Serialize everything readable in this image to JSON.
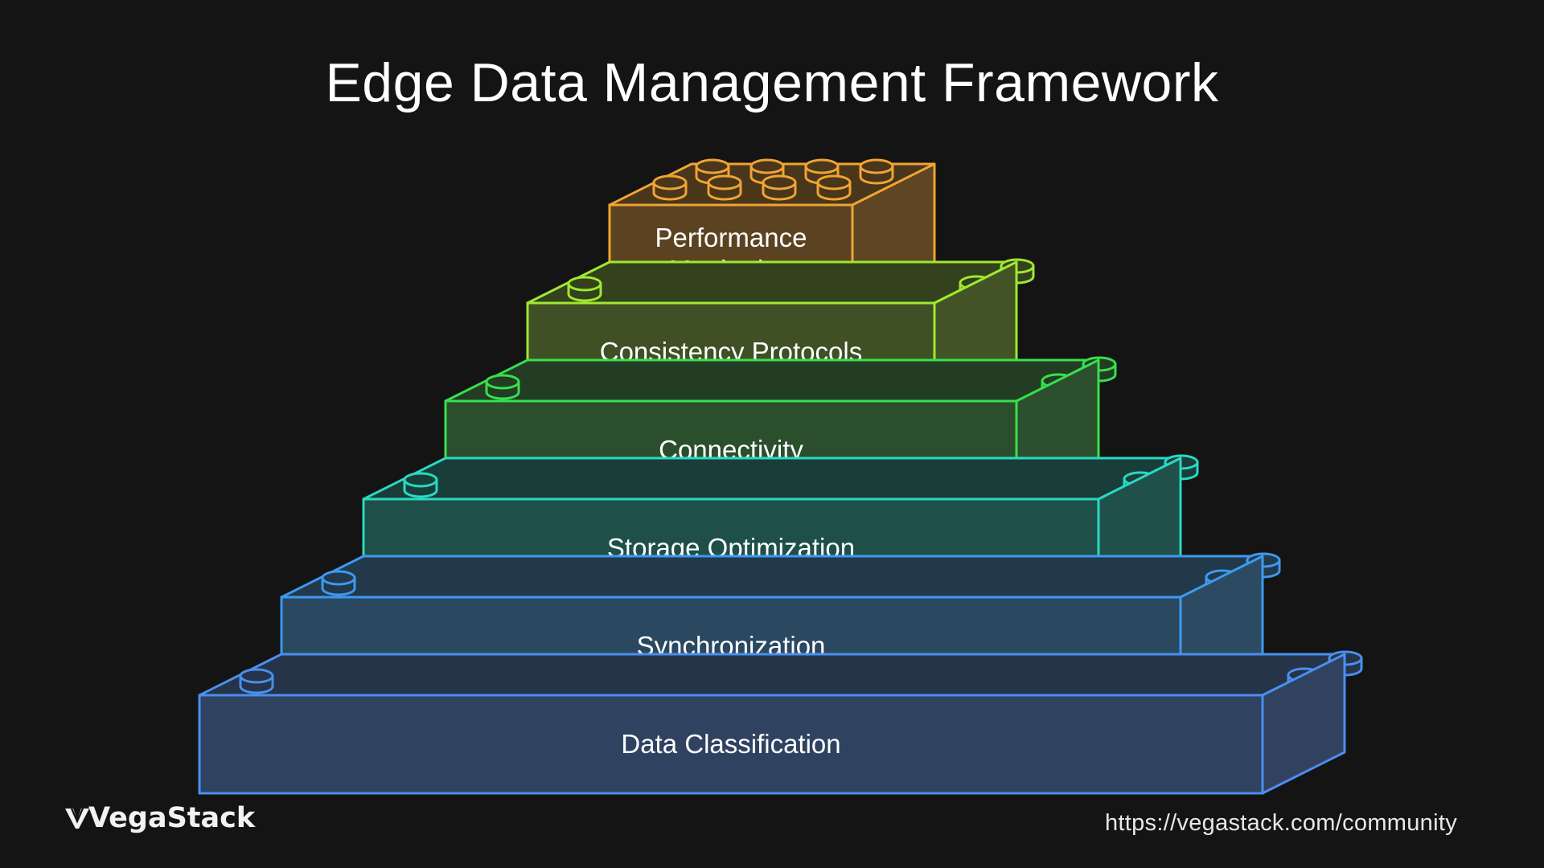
{
  "title": "Edge Data Management Framework",
  "layers": [
    {
      "label_lines": [
        "Data Classification"
      ],
      "stroke": "#4a8ff0",
      "front": "#2f4260",
      "side": "#30425f",
      "top": "#253448"
    },
    {
      "label_lines": [
        "Synchronization"
      ],
      "stroke": "#3d99f0",
      "front": "#2a4860",
      "side": "#2c4a61",
      "top": "#22394b"
    },
    {
      "label_lines": [
        "Storage Optimization"
      ],
      "stroke": "#2ad9c2",
      "front": "#1e5049",
      "side": "#1f504a",
      "top": "#193e3a"
    },
    {
      "label_lines": [
        "Connectivity"
      ],
      "stroke": "#37e04c",
      "front": "#2b4e2c",
      "side": "#2c502e",
      "top": "#223d24"
    },
    {
      "label_lines": [
        "Consistency Protocols"
      ],
      "stroke": "#a0e830",
      "front": "#3f5124",
      "side": "#425426",
      "top": "#33411d"
    },
    {
      "label_lines": [
        "Performance",
        "Monitoring"
      ],
      "stroke": "#f0a432",
      "front": "#5b4322",
      "side": "#5e4524",
      "top": "#4a361b"
    }
  ],
  "footer": {
    "brand": "VegaStack",
    "url": "https://vegastack.com/community"
  }
}
